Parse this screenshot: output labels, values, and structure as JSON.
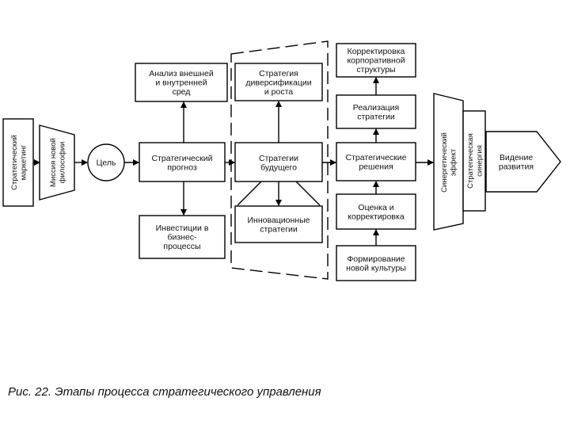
{
  "diagram": {
    "nodes": {
      "strategic_marketing": [
        "Стратегический",
        "маркетинг"
      ],
      "mission": [
        "Миссия новой",
        "философии"
      ],
      "goal": [
        "Цель"
      ],
      "forecast": [
        "Стратегический",
        "прогноз"
      ],
      "analysis": [
        "Анализ внешней",
        "и внутренней",
        "сред"
      ],
      "investments": [
        "Инвестиции в",
        "бизнес-",
        "процессы"
      ],
      "diversification": [
        "Стратегия",
        "диверсификации",
        "и роста"
      ],
      "future": [
        "Стратегии",
        "будущего"
      ],
      "innovation": [
        "Инновационные",
        "стратегии"
      ],
      "restructuring": [
        "Корректировка",
        "корпоративной",
        "структуры"
      ],
      "implementation": [
        "Реализация",
        "стратегии"
      ],
      "decisions": [
        "Стратегические",
        "решения"
      ],
      "evaluation": [
        "Оценка и",
        "корректировка"
      ],
      "culture": [
        "Формирование",
        "новой культуры"
      ],
      "synergy_effect": [
        "Синергетический",
        "эффект"
      ],
      "strategic_synergy": [
        "Стратегическая",
        "синергия"
      ],
      "vision": [
        "Видение",
        "развития"
      ]
    }
  },
  "caption": "Рис. 22. Этапы процесса стратегического управления"
}
